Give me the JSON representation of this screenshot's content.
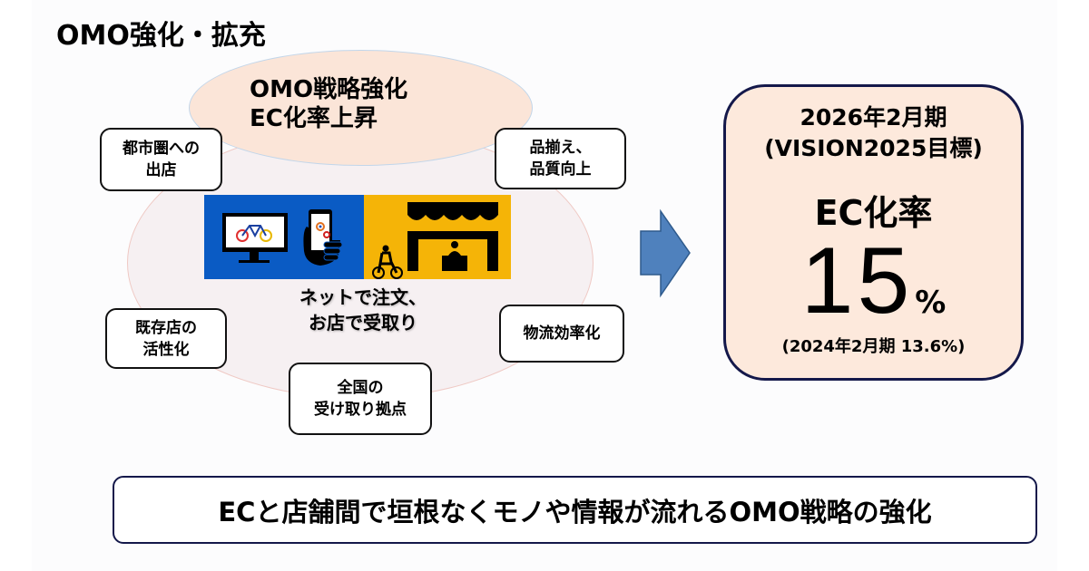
{
  "title": "OMO強化・拡充",
  "center_ellipse": {
    "line1": "OMO戦略強化",
    "line2": "EC化率上昇"
  },
  "initiatives": [
    {
      "line1": "都市圏への",
      "line2": "出店"
    },
    {
      "line1": "品揃え、",
      "line2": "品質向上"
    },
    {
      "line1": "既存店の",
      "line2": "活性化"
    },
    {
      "line1": "物流効率化",
      "line2": ""
    },
    {
      "line1": "全国の",
      "line2": "受け取り拠点"
    }
  ],
  "visual": {
    "left_panel_icons": [
      "monitor-bicycle-icon",
      "smartphone-hand-icon"
    ],
    "right_panel_icons": [
      "storefront-icon",
      "cyclist-icon",
      "shop-clerk-icon"
    ],
    "colors": {
      "blue": "#0a5bc4",
      "yellow": "#f5b407"
    }
  },
  "caption": {
    "line1": "ネットで注文、",
    "line2": "お店で受取り"
  },
  "arrow": {
    "icon": "right-arrow-icon",
    "color": "#4f81bd"
  },
  "target": {
    "period": "2026年2月期",
    "plan": "(VISION2025目標)",
    "label": "EC化率",
    "value": "15",
    "unit": "%",
    "previous": "(2024年2月期 13.6%)"
  },
  "summary": "ECと店舗間で垣根なくモノや情報が流れるOMO戦略の強化"
}
